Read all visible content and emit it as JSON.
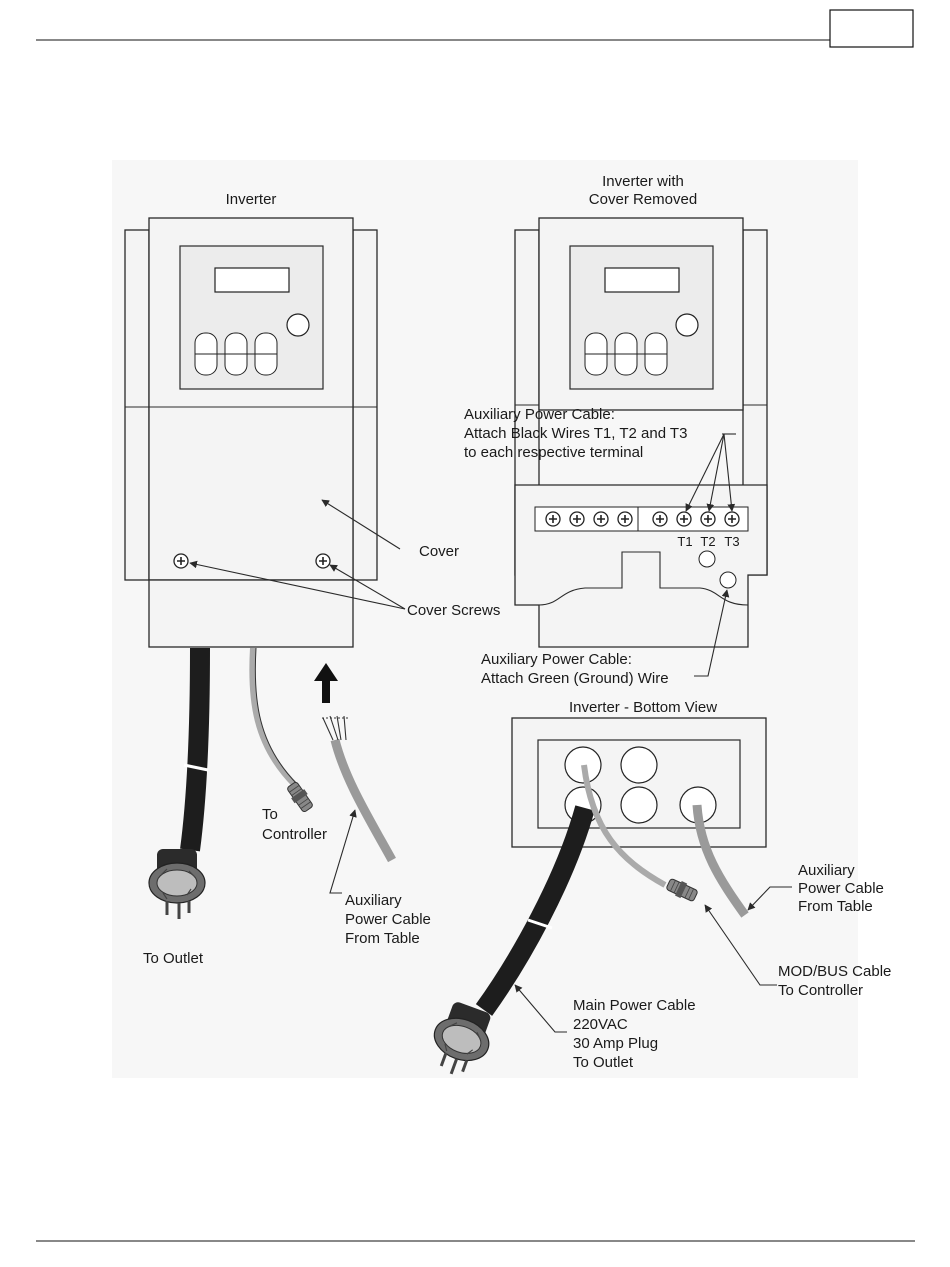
{
  "page": {
    "page_number_box": ""
  },
  "diagram": {
    "titles": {
      "inverter": "Inverter",
      "cover_removed_line1": "Inverter with",
      "cover_removed_line2": "Cover Removed",
      "bottom_view": "Inverter - Bottom View"
    },
    "labels": {
      "cover": "Cover",
      "cover_screws": "Cover Screws",
      "to_controller_line1": "To",
      "to_controller_line2": "Controller",
      "aux_left_line1": "Auxiliary",
      "aux_left_line2": "Power Cable",
      "aux_left_line3": "From Table",
      "to_outlet": "To Outlet",
      "aux_black_line1": "Auxiliary Power Cable:",
      "aux_black_line2": "Attach Black Wires T1, T2 and T3",
      "aux_black_line3": "to each respective terminal",
      "t1": "T1",
      "t2": "T2",
      "t3": "T3",
      "aux_green_line1": "Auxiliary Power Cable:",
      "aux_green_line2": "Attach Green (Ground) Wire",
      "aux_right_line1": "Auxiliary",
      "aux_right_line2": "Power Cable",
      "aux_right_line3": "From Table",
      "modbus_line1": "MOD/BUS Cable",
      "modbus_line2": "To Controller",
      "main_power_line1": "Main Power Cable",
      "main_power_line2": "220VAC",
      "main_power_line3": "30 Amp Plug",
      "main_power_line4": "To Outlet"
    }
  }
}
